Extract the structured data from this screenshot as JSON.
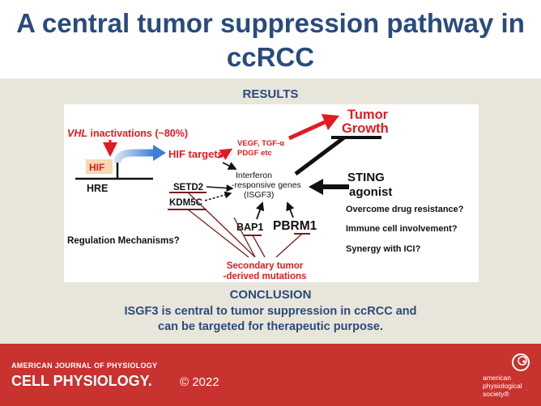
{
  "title": "A central tumor suppression pathway in ccRCC",
  "results_heading": "RESULTS",
  "diagram": {
    "vhl_italic": "VHL",
    "vhl_rest": " inactivations (~80%)",
    "hif": "HIF",
    "hre": "HRE",
    "hif_targets": "HIF targets",
    "vegf_line1": "VEGF, TGF-α",
    "vegf_line2": "PDGF etc",
    "tumor_line1": "Tumor",
    "tumor_line2": "Growth",
    "interferon_line1": "Interferon",
    "interferon_line2": "-responsive genes",
    "interferon_line3": "(ISGF3)",
    "setd2": "SETD2",
    "kdm5c": "KDM5C",
    "bap1": "BAP1",
    "pbrm1": "PBRM1",
    "sting_line1": "STING",
    "sting_line2": "agonist",
    "q1": "Overcome drug resistance?",
    "q2": "Immune cell involvement?",
    "q3": "Synergy with ICI?",
    "regulation": "Regulation Mechanisms?",
    "secondary_line1": "Secondary tumor",
    "secondary_line2": "-derived mutations"
  },
  "conclusion_heading": "CONCLUSION",
  "conclusion_line1": "ISGF3 is central to tumor suppression in ccRCC and",
  "conclusion_line2": "can be targeted for therapeutic purpose.",
  "footer": {
    "journal_small": "AMERICAN JOURNAL OF PHYSIOLOGY",
    "journal_big": "CELL PHYSIOLOGY.",
    "year": "© 2022",
    "society_line1": "american",
    "society_line2": "physiological",
    "society_line3": "society®"
  },
  "colors": {
    "title_blue": "#2a4b7c",
    "band_beige": "#e8e6db",
    "footer_red": "#c8322f",
    "diagram_red": "#e11b22"
  }
}
